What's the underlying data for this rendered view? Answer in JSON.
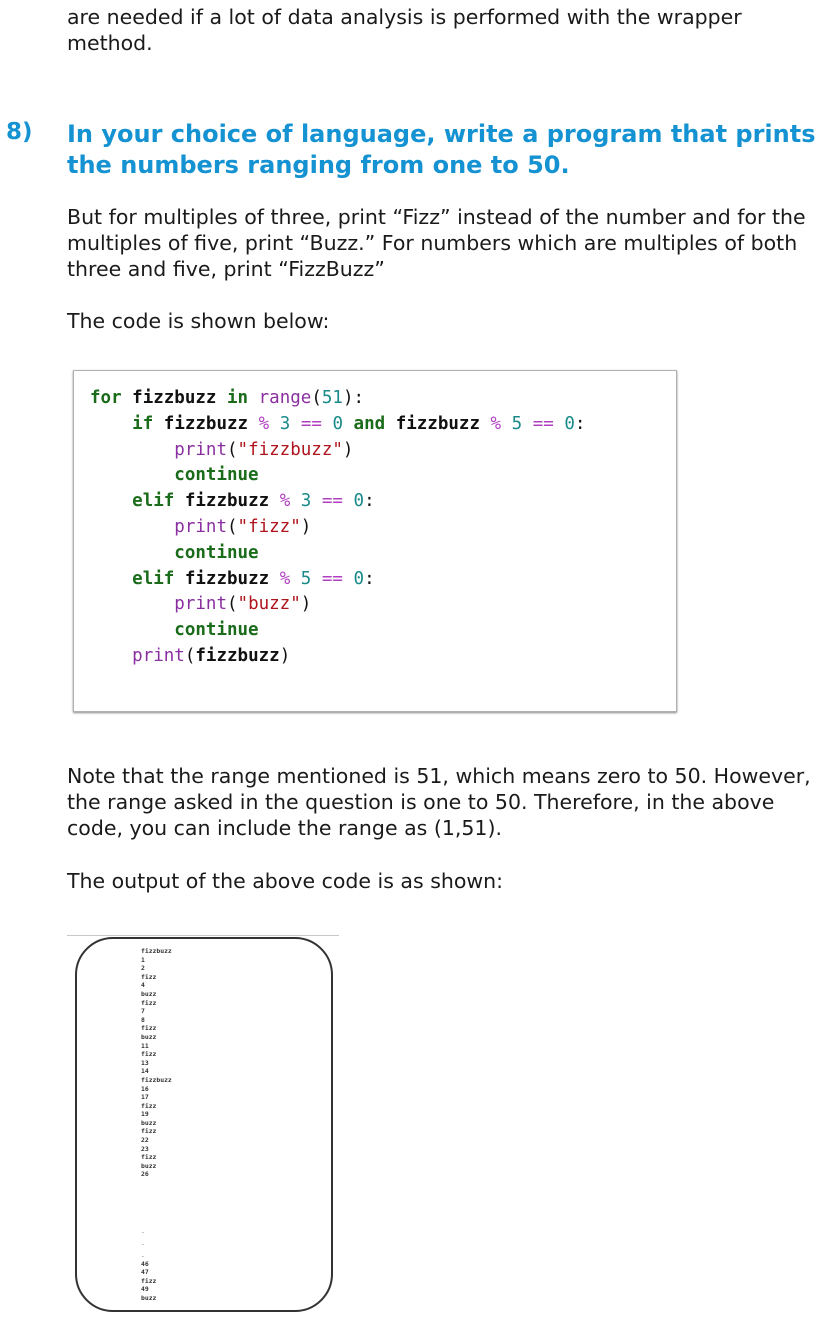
{
  "intro_text": "are needed if a lot of data analysis is performed with the wrapper method.",
  "question": {
    "number": "8)",
    "title": "In your choice of language, write a program that prints the numbers ranging from one to 50."
  },
  "description": "But for multiples of three, print “Fizz” instead of the number and for the multiples of five, print “Buzz.”  For numbers which are multiples of both three and five, print “FizzBuzz”",
  "code_intro": "The code is shown below:",
  "code_lines": [
    "for fizzbuzz in range(51):",
    "    if fizzbuzz % 3 == 0 and fizzbuzz % 5 == 0:",
    "        print(\"fizzbuzz\")",
    "        continue",
    "    elif fizzbuzz % 3 == 0:",
    "        print(\"fizz\")",
    "        continue",
    "    elif fizzbuzz % 5 == 0:",
    "        print(\"buzz\")",
    "        continue",
    "    print(fizzbuzz)"
  ],
  "note_text": "Note that the range mentioned is 51, which means zero to 50. However, the range asked in the question is one to 50. Therefore, in the above code, you can include the range as (1,51).",
  "output_intro": "The output of the above code is as shown:",
  "output_lines": [
    "fizzbuzz",
    "1",
    "2",
    "fizz",
    "4",
    "buzz",
    "fizz",
    "7",
    "8",
    "fizz",
    "buzz",
    "11",
    "fizz",
    "13",
    "14",
    "fizzbuzz",
    "16",
    "17",
    "fizz",
    "19",
    "buzz",
    "fizz",
    "22",
    "23",
    "fizz",
    "buzz",
    "26"
  ],
  "output_ellipsis": [
    ".",
    ".",
    "."
  ],
  "output_tail": [
    "46",
    "47",
    "fizz",
    "49",
    "buzz"
  ],
  "colors": {
    "heading": "#1592d2",
    "keyword": "#1a6b1a",
    "string": "#b0141c",
    "builtin": "#8a2fa0",
    "operator": "#b03fc0",
    "number": "#1a8a8a"
  }
}
